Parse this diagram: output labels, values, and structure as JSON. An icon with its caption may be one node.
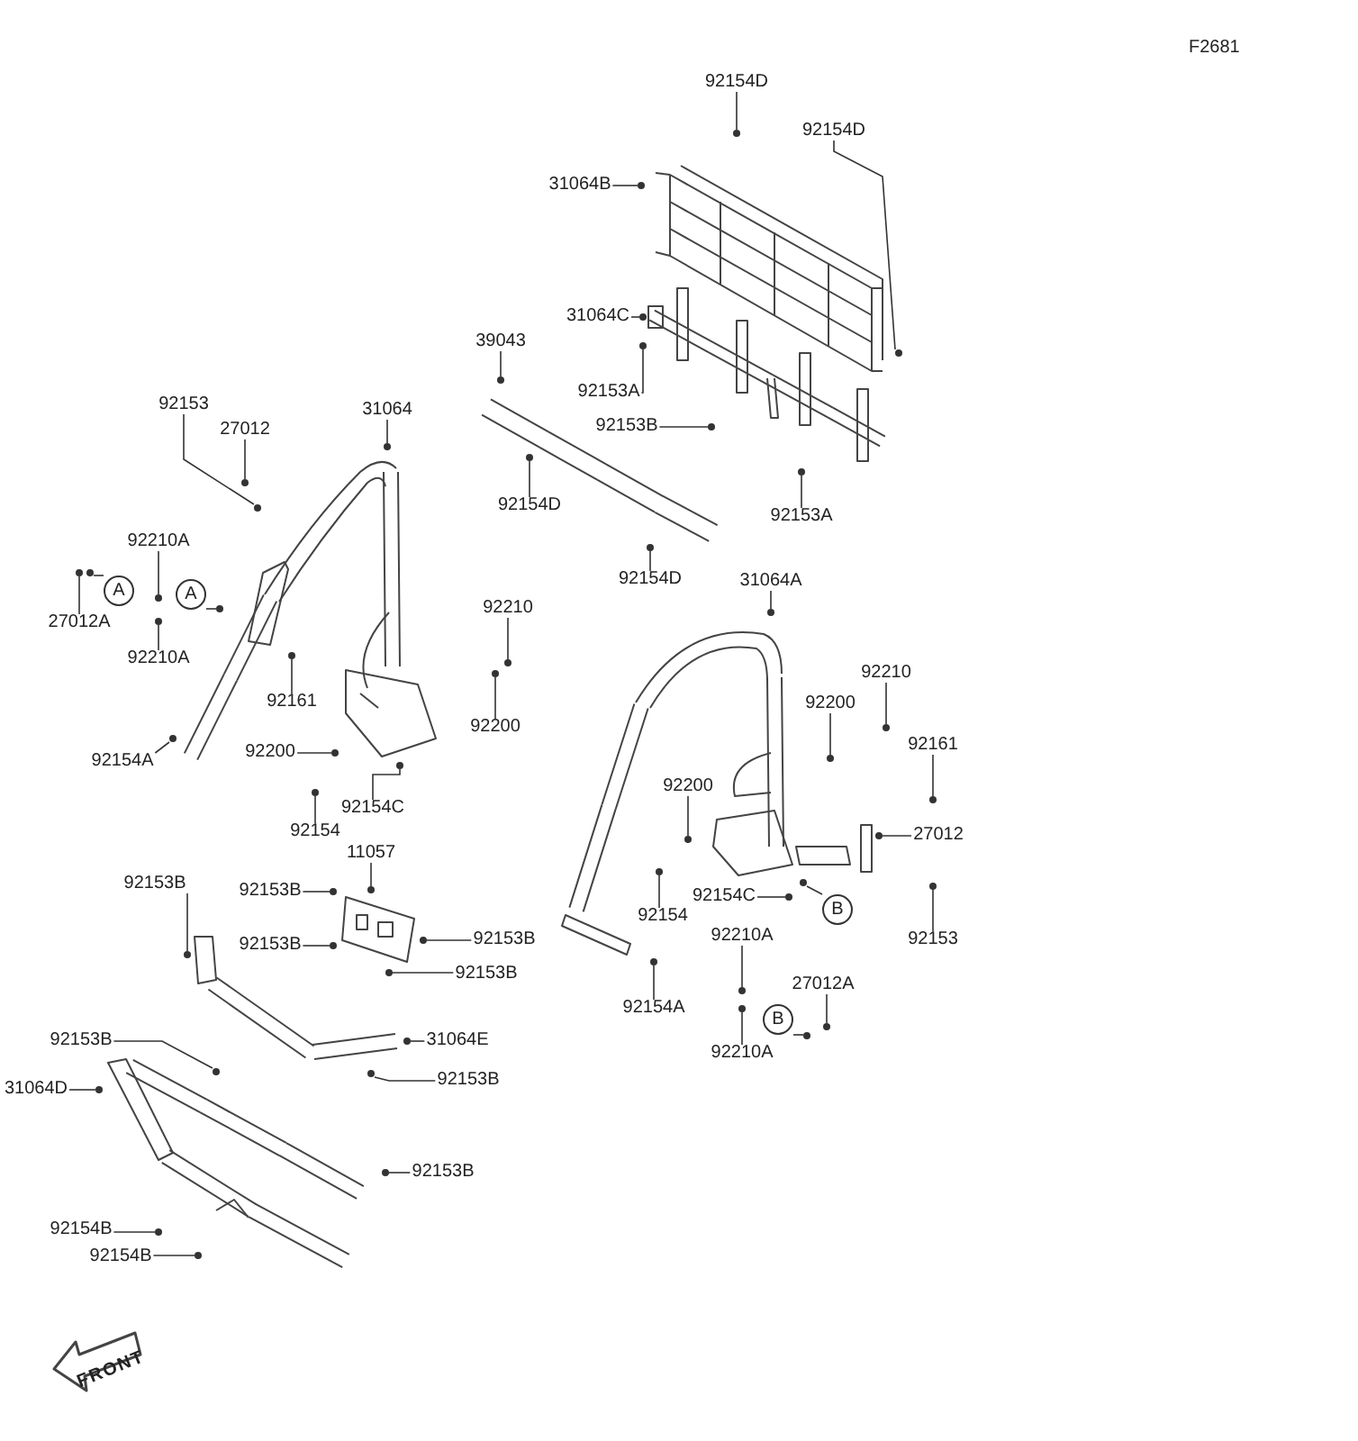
{
  "diagram": {
    "nodes": [
      {
        "text": [
          "92154D"
        ]
      },
      {
        "text": [
          "92154D"
        ]
      },
      {
        "text": [
          "31064B"
        ]
      },
      {
        "text": [
          "31064C"
        ]
      },
      {
        "text": [
          "92153A"
        ]
      },
      {
        "text": [
          "92153B"
        ]
      },
      {
        "text": [
          "92153A"
        ]
      },
      {
        "text": [
          "39043"
        ]
      },
      {
        "text": [
          "92154D"
        ]
      },
      {
        "text": [
          "92154D"
        ]
      },
      {
        "text": [
          "92153"
        ]
      },
      {
        "text": [
          "27012"
        ]
      },
      {
        "text": [
          "31064"
        ]
      },
      {
        "text": [
          "92210A"
        ]
      },
      {
        "text": [
          "A"
        ]
      },
      {
        "text": [
          "27012A"
        ]
      },
      {
        "text": [
          "92210A"
        ]
      },
      {
        "text": [
          "A"
        ]
      },
      {
        "text": [
          "92161"
        ]
      },
      {
        "text": [
          "92210"
        ]
      },
      {
        "text": [
          "92200"
        ]
      },
      {
        "text": [
          "92154A"
        ]
      },
      {
        "text": [
          "92200"
        ]
      },
      {
        "text": [
          "92154"
        ]
      },
      {
        "text": [
          "92154C"
        ]
      },
      {
        "text": [
          "31064A"
        ]
      },
      {
        "text": [
          "92210"
        ]
      },
      {
        "text": [
          "92200"
        ]
      },
      {
        "text": [
          "92161"
        ]
      },
      {
        "text": [
          "92200"
        ]
      },
      {
        "text": [
          "27012"
        ]
      },
      {
        "text": [
          "92154C"
        ]
      },
      {
        "text": [
          "B"
        ]
      },
      {
        "text": [
          "92154"
        ]
      },
      {
        "text": [
          "92153"
        ]
      },
      {
        "text": [
          "92154A"
        ]
      },
      {
        "text": [
          "92210A"
        ]
      },
      {
        "text": [
          "27012A"
        ]
      },
      {
        "text": [
          "B"
        ]
      },
      {
        "text": [
          "92210A"
        ]
      },
      {
        "text": [
          "92153B"
        ]
      },
      {
        "text": [
          "11057"
        ]
      },
      {
        "text": [
          "92153B"
        ]
      },
      {
        "text": [
          "92153B"
        ]
      },
      {
        "text": [
          "92153B"
        ]
      },
      {
        "text": [
          "92153B"
        ]
      },
      {
        "text": [
          "31064E"
        ]
      },
      {
        "text": [
          "92153B"
        ]
      },
      {
        "text": [
          "92153B"
        ]
      },
      {
        "text": [
          "31064D"
        ]
      },
      {
        "text": [
          "92153B"
        ]
      },
      {
        "text": [
          "92154B"
        ]
      },
      {
        "text": [
          "92154B"
        ]
      },
      {
        "text": [],
        "shape": "circle"
      },
      {
        "text": [],
        "shape": "circle"
      },
      {
        "text": [],
        "shape": "circle"
      },
      {
        "text": [],
        "shape": "circle"
      },
      {
        "text": [],
        "shape": "circle"
      },
      {
        "text": [],
        "shape": "circle"
      },
      {
        "text": [],
        "shape": "circle"
      },
      {
        "text": [],
        "shape": "circle"
      },
      {
        "text": [],
        "shape": "circle"
      },
      {
        "text": [],
        "shape": "circle"
      },
      {
        "text": [],
        "shape": "circle"
      },
      {
        "text": [],
        "shape": "circle"
      },
      {
        "text": [],
        "shape": "circle"
      },
      {
        "text": [],
        "shape": "circle"
      },
      {
        "text": [],
        "shape": "circle"
      },
      {
        "text": [],
        "shape": "circle"
      },
      {
        "text": [],
        "shape": "circle"
      },
      {
        "text": [],
        "shape": "circle"
      },
      {
        "text": [],
        "shape": "circle"
      },
      {
        "text": [],
        "shape": "circle"
      },
      {
        "text": [],
        "shape": "circle"
      },
      {
        "text": [],
        "shape": "circle"
      },
      {
        "text": [],
        "shape": "circle"
      },
      {
        "text": [],
        "shape": "circle"
      },
      {
        "text": [],
        "shape": "circle"
      },
      {
        "text": [],
        "shape": "circle"
      },
      {
        "text": [],
        "shape": "circle"
      },
      {
        "text": [],
        "shape": "circle"
      },
      {
        "text": [],
        "shape": "circle"
      },
      {
        "text": [],
        "shape": "circle"
      },
      {
        "text": [],
        "shape": "circle"
      },
      {
        "text": [],
        "shape": "circle"
      },
      {
        "text": [],
        "shape": "circle"
      },
      {
        "text": [],
        "shape": "circle"
      },
      {
        "text": [],
        "shape": "circle"
      },
      {
        "text": [],
        "shape": "circle"
      },
      {
        "text": [],
        "shape": "circle"
      },
      {
        "text": [],
        "shape": "circle"
      },
      {
        "text": [],
        "shape": "circle"
      },
      {
        "text": [],
        "shape": "circle"
      },
      {
        "text": [],
        "shape": "circle"
      },
      {
        "text": [],
        "shape": "circle"
      },
      {
        "text": [],
        "shape": "circle"
      },
      {
        "text": [],
        "shape": "circle"
      },
      {
        "text": [],
        "shape": "circle"
      },
      {
        "text": [],
        "shape": "circle"
      },
      {
        "text": [],
        "shape": "circle"
      },
      {
        "text": [],
        "shape": "circle"
      },
      {
        "text": [],
        "shape": "circle"
      },
      {
        "text": [],
        "shape": "circle"
      },
      {
        "text": [],
        "shape": "circle"
      },
      {
        "text": [],
        "shape": "circle"
      },
      {
        "text": [],
        "shape": "circle"
      }
    ],
    "edges": [
      {
        "from": 0,
        "to": 53,
        "arrow": "none"
      },
      {
        "from": 1,
        "to": 54,
        "arrow": "none"
      },
      {
        "from": 2,
        "to": 55,
        "arrow": "none"
      },
      {
        "from": 3,
        "to": 56,
        "arrow": "none"
      },
      {
        "from": 4,
        "to": 57,
        "arrow": "none"
      },
      {
        "from": 5,
        "to": 58,
        "arrow": "none"
      },
      {
        "from": 6,
        "to": 59,
        "arrow": "none"
      },
      {
        "from": 7,
        "to": 60,
        "arrow": "none"
      },
      {
        "from": 8,
        "to": 61,
        "arrow": "none"
      },
      {
        "from": 9,
        "to": 62,
        "arrow": "none"
      },
      {
        "from": 10,
        "to": 63,
        "arrow": "none"
      },
      {
        "from": 11,
        "to": 64,
        "arrow": "none"
      },
      {
        "from": 12,
        "to": 65,
        "arrow": "none"
      },
      {
        "from": 13,
        "to": 66,
        "arrow": "none"
      },
      {
        "from": 14,
        "to": 67,
        "arrow": "none"
      },
      {
        "from": 15,
        "to": 68,
        "arrow": "none"
      },
      {
        "from": 16,
        "to": 69,
        "arrow": "none"
      },
      {
        "from": 17,
        "to": 70,
        "arrow": "none"
      },
      {
        "from": 18,
        "to": 71,
        "arrow": "none"
      },
      {
        "from": 19,
        "to": 72,
        "arrow": "none"
      },
      {
        "from": 20,
        "to": 73,
        "arrow": "none"
      },
      {
        "from": 21,
        "to": 74,
        "arrow": "none"
      },
      {
        "from": 22,
        "to": 75,
        "arrow": "none"
      },
      {
        "from": 23,
        "to": 76,
        "arrow": "none"
      },
      {
        "from": 24,
        "to": 77,
        "arrow": "none"
      },
      {
        "from": 25,
        "to": 78,
        "arrow": "none"
      },
      {
        "from": 26,
        "to": 79,
        "arrow": "none"
      },
      {
        "from": 27,
        "to": 80,
        "arrow": "none"
      },
      {
        "from": 28,
        "to": 81,
        "arrow": "none"
      },
      {
        "from": 29,
        "to": 82,
        "arrow": "none"
      },
      {
        "from": 30,
        "to": 83,
        "arrow": "none"
      },
      {
        "from": 31,
        "to": 84,
        "arrow": "none"
      },
      {
        "from": 32,
        "to": 85,
        "arrow": "none"
      },
      {
        "from": 33,
        "to": 86,
        "arrow": "none"
      },
      {
        "from": 34,
        "to": 87,
        "arrow": "none"
      },
      {
        "from": 35,
        "to": 88,
        "arrow": "none"
      },
      {
        "from": 36,
        "to": 89,
        "arrow": "none"
      },
      {
        "from": 37,
        "to": 90,
        "arrow": "none"
      },
      {
        "from": 38,
        "to": 91,
        "arrow": "none"
      },
      {
        "from": 39,
        "to": 92,
        "arrow": "none"
      },
      {
        "from": 40,
        "to": 93,
        "arrow": "none"
      },
      {
        "from": 41,
        "to": 94,
        "arrow": "none"
      },
      {
        "from": 42,
        "to": 95,
        "arrow": "none"
      },
      {
        "from": 43,
        "to": 96,
        "arrow": "none"
      },
      {
        "from": 44,
        "to": 97,
        "arrow": "none"
      },
      {
        "from": 45,
        "to": 98,
        "arrow": "none"
      },
      {
        "from": 46,
        "to": 99,
        "arrow": "none"
      },
      {
        "from": 47,
        "to": 100,
        "arrow": "none"
      },
      {
        "from": 48,
        "to": 101,
        "arrow": "none"
      },
      {
        "from": 49,
        "to": 102,
        "arrow": "none"
      },
      {
        "from": 50,
        "to": 103,
        "arrow": "none"
      },
      {
        "from": 51,
        "to": 104,
        "arrow": "none"
      },
      {
        "from": 52,
        "to": 105,
        "arrow": "none"
      }
    ],
    "labels": [
      "F2681",
      "FRONT"
    ]
  }
}
